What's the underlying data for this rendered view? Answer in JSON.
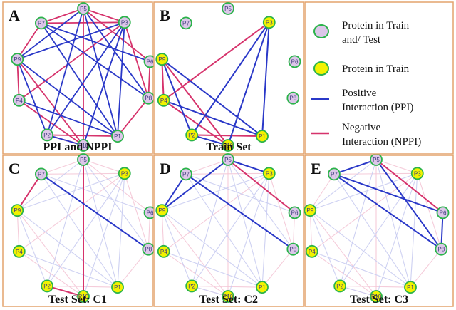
{
  "colors": {
    "panel_border": "#e3a36d",
    "positive_edge": "#2a38c8",
    "negative_edge": "#d6336c",
    "faded_positive_edge": "#c9ccf1",
    "faded_negative_edge": "#f4c6d6",
    "node_outline": "#2bb34a",
    "node_fill_train_test": "#dcc6e9",
    "node_fill_train": "#f2f200",
    "node_label": "#3a3a7a"
  },
  "nodes": [
    "P5",
    "P3",
    "P6",
    "P8",
    "P1",
    "P10",
    "P2",
    "P4",
    "P9",
    "P7"
  ],
  "edges": {
    "positive": [
      [
        "P5",
        "P9"
      ],
      [
        "P5",
        "P8"
      ],
      [
        "P5",
        "P2"
      ],
      [
        "P5",
        "P1"
      ],
      [
        "P3",
        "P9"
      ],
      [
        "P3",
        "P2"
      ],
      [
        "P3",
        "P1"
      ],
      [
        "P3",
        "P10"
      ],
      [
        "P7",
        "P8"
      ],
      [
        "P7",
        "P6"
      ],
      [
        "P7",
        "P1"
      ],
      [
        "P9",
        "P1"
      ],
      [
        "P9",
        "P2"
      ],
      [
        "P2",
        "P10"
      ],
      [
        "P4",
        "P1"
      ]
    ],
    "negative": [
      [
        "P7",
        "P9"
      ],
      [
        "P7",
        "P5"
      ],
      [
        "P7",
        "P3"
      ],
      [
        "P5",
        "P3"
      ],
      [
        "P5",
        "P10"
      ],
      [
        "P5",
        "P6"
      ],
      [
        "P3",
        "P4"
      ],
      [
        "P3",
        "P8"
      ],
      [
        "P6",
        "P8"
      ],
      [
        "P9",
        "P4"
      ],
      [
        "P4",
        "P10"
      ],
      [
        "P2",
        "P1"
      ],
      [
        "P8",
        "P1"
      ],
      [
        "P9",
        "P10"
      ],
      [
        "P2",
        "P10"
      ]
    ]
  },
  "panels": [
    {
      "letter": "A",
      "caption": "PPI and NPPI",
      "mode": "full",
      "train_nodes": [],
      "train_test_nodes": [
        "P5",
        "P3",
        "P6",
        "P8",
        "P1",
        "P10",
        "P2",
        "P4",
        "P9",
        "P7"
      ],
      "positive": [],
      "negative": []
    },
    {
      "letter": "B",
      "caption": "Train Set",
      "mode": "subset",
      "train_nodes": [
        "P3",
        "P9",
        "P4",
        "P2",
        "P10",
        "P1"
      ],
      "train_test_nodes": [
        "P5",
        "P7",
        "P6",
        "P8"
      ],
      "positive": [
        [
          "P3",
          "P2"
        ],
        [
          "P3",
          "P1"
        ],
        [
          "P3",
          "P10"
        ],
        [
          "P9",
          "P1"
        ],
        [
          "P9",
          "P2"
        ],
        [
          "P4",
          "P1"
        ],
        [
          "P2",
          "P10"
        ]
      ],
      "negative": [
        [
          "P3",
          "P4"
        ],
        [
          "P9",
          "P4"
        ],
        [
          "P4",
          "P10"
        ],
        [
          "P2",
          "P1"
        ],
        [
          "P9",
          "P10"
        ]
      ]
    },
    {
      "letter": "C",
      "caption": "Test Set: C1",
      "mode": "faded",
      "train_nodes": [
        "P3",
        "P9",
        "P4",
        "P2",
        "P10",
        "P1"
      ],
      "train_test_nodes": [
        "P5",
        "P7",
        "P6",
        "P8"
      ],
      "positive": [
        [
          "P7",
          "P8"
        ]
      ],
      "negative": [
        [
          "P7",
          "P9"
        ],
        [
          "P5",
          "P10"
        ],
        [
          "P2",
          "P10"
        ]
      ]
    },
    {
      "letter": "D",
      "caption": "Test Set: C2",
      "mode": "faded",
      "train_nodes": [
        "P3",
        "P9",
        "P4",
        "P2",
        "P10",
        "P1"
      ],
      "train_test_nodes": [
        "P5",
        "P7",
        "P6",
        "P8"
      ],
      "positive": [
        [
          "P7",
          "P9"
        ],
        [
          "P7",
          "P8"
        ],
        [
          "P5",
          "P9"
        ],
        [
          "P5",
          "P3"
        ]
      ],
      "negative": [
        [
          "P5",
          "P6"
        ]
      ]
    },
    {
      "letter": "E",
      "caption": "Test Set: C3",
      "mode": "faded",
      "train_nodes": [
        "P3",
        "P9",
        "P4",
        "P2",
        "P10",
        "P1"
      ],
      "train_test_nodes": [
        "P5",
        "P7",
        "P6",
        "P8"
      ],
      "positive": [
        [
          "P7",
          "P5"
        ],
        [
          "P7",
          "P6"
        ],
        [
          "P7",
          "P8"
        ],
        [
          "P5",
          "P8"
        ],
        [
          "P6",
          "P8"
        ]
      ],
      "negative": [
        [
          "P5",
          "P6"
        ]
      ]
    }
  ],
  "legend": {
    "items": [
      {
        "kind": "node-train-test",
        "lines": [
          "Protein in Train",
          "and/ Test"
        ]
      },
      {
        "kind": "node-train",
        "lines": [
          "Protein in Train"
        ]
      },
      {
        "kind": "positive-line",
        "lines": [
          "Positive",
          "Interaction (PPI)"
        ]
      },
      {
        "kind": "negative-line",
        "lines": [
          "Negative",
          "Interaction (NPPI)"
        ]
      }
    ]
  }
}
